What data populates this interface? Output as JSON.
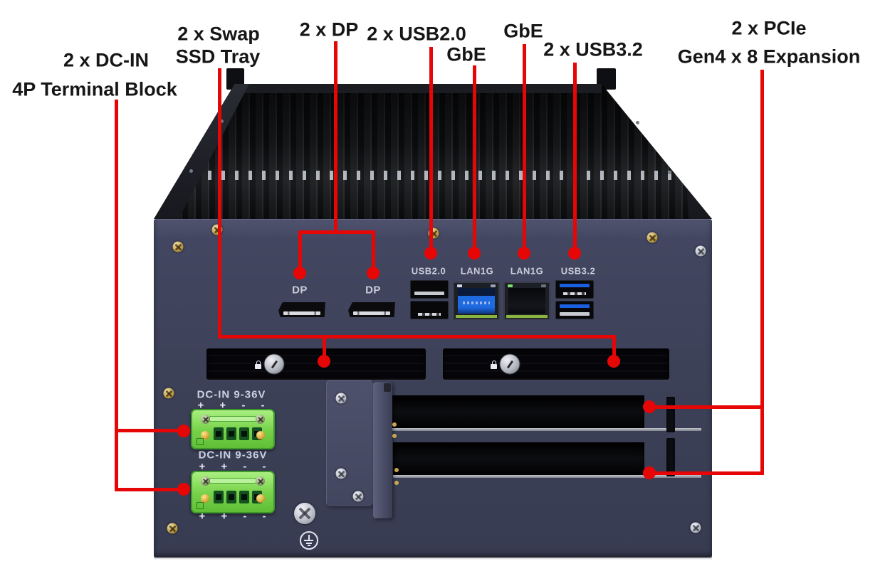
{
  "figure_type": "annotated-product-photo",
  "device": "fanless embedded computer front panel",
  "colors": {
    "background": "#ffffff",
    "accent_red": "#e60606",
    "callout_text": "#161616",
    "panel": "#3d4158",
    "heatsink": "#101114",
    "terminal_green": "#76d148",
    "port_label": "#c8cdd9",
    "lan_jack_blue": "#1e6ae0",
    "usb3_blue": "#1a5fe0"
  },
  "callouts": {
    "dc_in": {
      "line1": "2 x DC-IN",
      "line2": "4P Terminal Block"
    },
    "swap_ssd": {
      "line1": "2 x Swap",
      "line2": "SSD Tray"
    },
    "dp": {
      "line1": "2 x DP"
    },
    "usb20": {
      "line1": "2 x USB2.0"
    },
    "gbe_top": {
      "line1": "GbE"
    },
    "gbe_mid": {
      "line1": "GbE"
    },
    "usb32": {
      "line1": "2 x USB3.2"
    },
    "pcie": {
      "line1": "2 x PCIe",
      "line2": "Gen4 x 8 Expansion"
    }
  },
  "panel": {
    "ports": {
      "dp1": "DP",
      "dp2": "DP",
      "usb20": "USB2.0",
      "lan1": "LAN1G",
      "lan2": "LAN1G",
      "usb32": "USB3.2"
    },
    "power": {
      "block1_label": "DC-IN  9-36V",
      "block2_label": "DC-IN  9-36V",
      "polarity_top1": "+ +  - -",
      "polarity_top2": "+ +  - -",
      "polarity_bottom2": "+ +  - -"
    }
  }
}
